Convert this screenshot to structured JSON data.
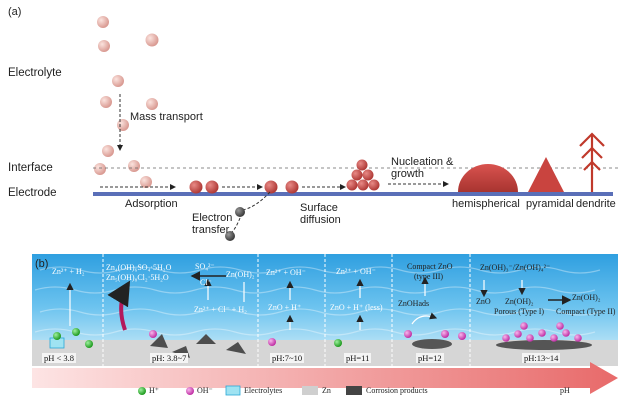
{
  "panel_a": {
    "label": "(a)",
    "electrolyte": "Electrolyte",
    "interface": "Interface",
    "electrode": "Electrode",
    "mass_transport": "Mass transport",
    "adsorption": "Adsorption",
    "electron_transfer": "Electron transfer",
    "surface_diffusion": "Surface diffusion",
    "nucleation": "Nucleation & growth",
    "hemispherical": "hemispherical",
    "pyramidal": "pyramidal",
    "dendrite": "dendrite"
  },
  "panel_b": {
    "label": "(b)",
    "zones": [
      {
        "ph": "pH < 3.8"
      },
      {
        "ph": "pH: 3.8~7"
      },
      {
        "ph": "pH:7~10"
      },
      {
        "ph": "pH=11"
      },
      {
        "ph": "pH=12"
      },
      {
        "ph": "pH:13~14"
      }
    ],
    "reactions": {
      "z1": "Zn²⁺ + H₂",
      "z2_a": "Zn₄(OH)₆SO₄·5H₂O",
      "z2_b": "Zn₅(OH)₈Cl₂·5H₂O",
      "z2_c": "SO₄²⁻",
      "z2_d": "Cl⁻",
      "z2_e": "Zn(OH)₂",
      "z2_f": "Zn²⁺ + Cl⁻ + H₂",
      "z3_a": "Zn²⁺ + OH⁻",
      "z3_b": "ZnO + H⁺",
      "z4_a": "Zn²⁺ + OH⁻",
      "z4_b": "ZnO + H⁺ (less)",
      "z5_a": "Compact ZnO",
      "z5_b": "(type III)",
      "z5_c": "ZnOHads",
      "z6_a": "Zn(OH)₃⁻/Zn(OH)₄²⁻",
      "z6_b": "ZnO",
      "z6_c": "Zn(OH)₂",
      "z6_d": "Zn(OH)₂",
      "z6_e": "Porous (Type I)",
      "z6_f": "Compact (Type II)"
    },
    "legend": {
      "h": "H⁺",
      "oh": "OH⁻",
      "electrolytes": "Electrolytes",
      "zn": "Zn",
      "corrosion": "Corrosion products",
      "ph_axis": "pH"
    }
  },
  "colors": {
    "particle": "#e2a8a0",
    "sphere": "#c0504d",
    "h_ion": "#2db82d",
    "oh_ion": "#d94fc0",
    "water": "#47b0e8",
    "zinc": "#cfcfcf",
    "corrosion": "#555555"
  }
}
